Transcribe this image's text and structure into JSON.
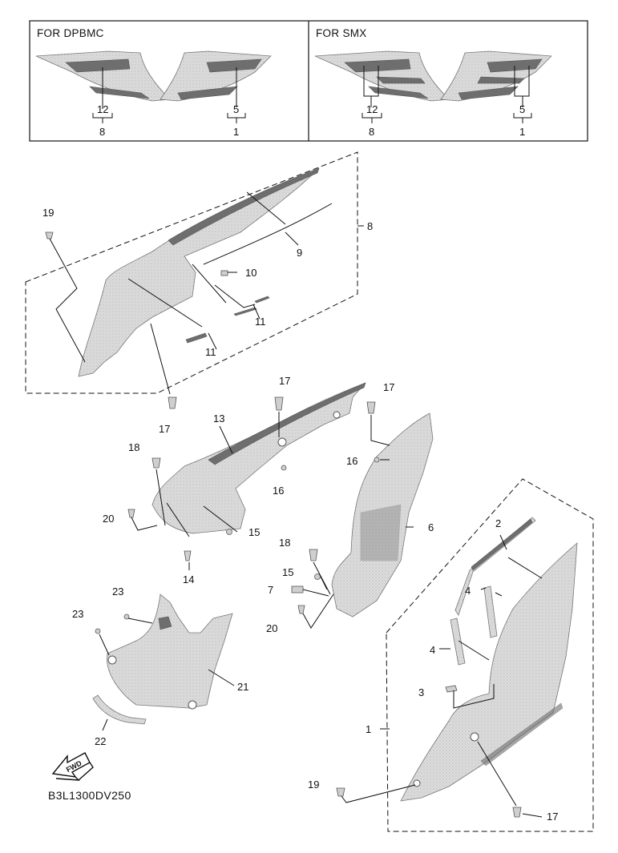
{
  "legend": {
    "left_title": "FOR DPBMC",
    "right_title": "FOR SMX",
    "left_part_a": "12",
    "left_part_b": "8",
    "left_part_c": "5",
    "left_part_d": "1",
    "right_part_a": "12",
    "right_part_b": "8",
    "right_part_c": "5",
    "right_part_d": "1"
  },
  "callouts": {
    "p8": "8",
    "p19a": "19",
    "p9": "9",
    "p10": "10",
    "p11a": "11",
    "p11b": "11",
    "p17a": "17",
    "p17b": "17",
    "p17c": "17",
    "p17d": "17",
    "p13": "13",
    "p18a": "18",
    "p16a": "16",
    "p16b": "16",
    "p20a": "20",
    "p15a": "15",
    "p14": "14",
    "p6": "6",
    "p18b": "18",
    "p15b": "15",
    "p7": "7",
    "p20b": "20",
    "p23a": "23",
    "p23b": "23",
    "p21": "21",
    "p22": "22",
    "p2": "2",
    "p4a": "4",
    "p4b": "4",
    "p3": "3",
    "p1": "1",
    "p19b": "19"
  },
  "fwd_label": "FWD",
  "diagram_code": "B3L1300DV250"
}
